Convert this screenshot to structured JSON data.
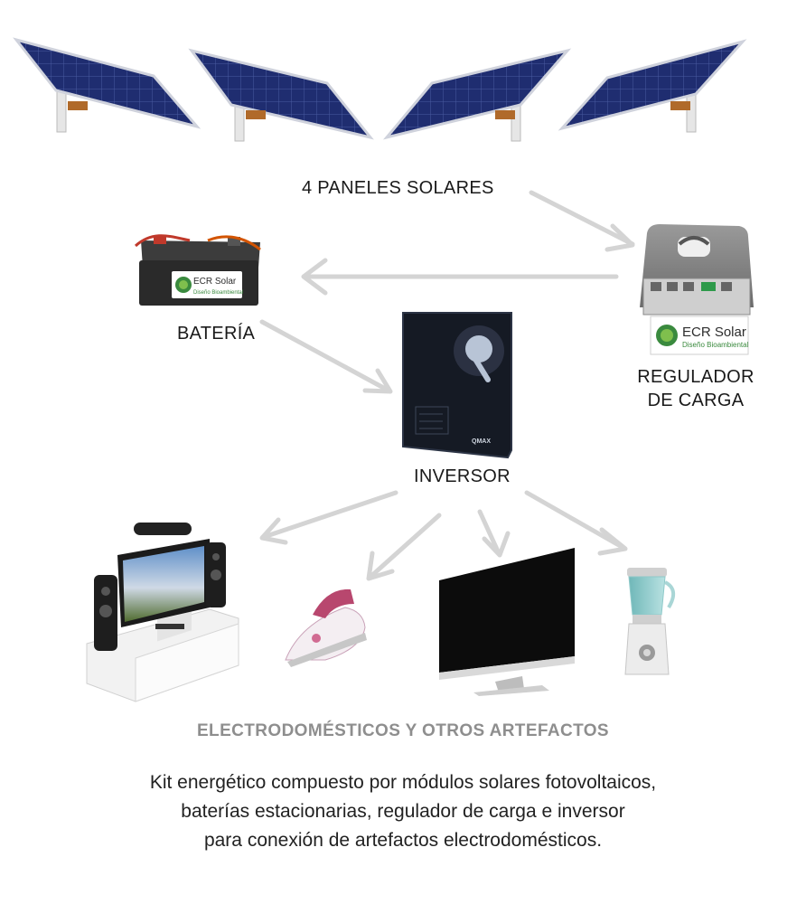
{
  "labels": {
    "panels": "4 PANELES SOLARES",
    "battery": "BATERÍA",
    "regulator_line1": "REGULADOR",
    "regulator_line2": "DE CARGA",
    "inverter": "INVERSOR"
  },
  "branding": {
    "battery_brand": "ECR Solar",
    "battery_sub": "Diseño Bioambiental",
    "regulator_brand": "ECR Solar",
    "regulator_sub": "Diseño Bioambiental",
    "inverter_brand": "QMAX"
  },
  "heading": "ELECTRODOMÉSTICOS Y OTROS ARTEFACTOS",
  "caption": {
    "line1": "Kit energético compuesto por módulos solares fotovoltaicos,",
    "line2": "baterías estacionarias, regulador de carga e inversor",
    "line3": "para conexión de artefactos electrodomésticos."
  },
  "colors": {
    "arrow": "#d4d4d4",
    "panel": "#1e2c6e",
    "heading": "#8e8e8e",
    "brand_green": "#3a8a3e"
  }
}
